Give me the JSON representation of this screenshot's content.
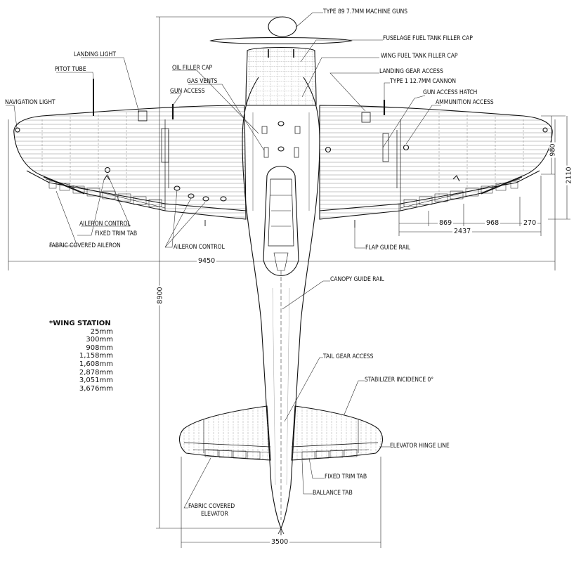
{
  "diagram": {
    "callouts": {
      "machine_guns": "TYPE 89 7.7mm MACHINE GUNS",
      "fuselage_fuel_cap": "FUSELAGE FUEL TANK FILLER CAP",
      "wing_fuel_cap": "WING FUEL TANK FILLER CAP",
      "landing_gear_access": "LANDING GEAR ACCESS",
      "cannon": "TYPE 1 12.7mm CANNON",
      "gun_access_hatch": "GUN ACCESS HATCH",
      "ammunition_access": "AMMUNITION ACCESS",
      "landing_light": "LANDING LIGHT",
      "pitot_tube": "PITOT TUBE",
      "oil_filler_cap": "OIL FILLER CAP",
      "gas_vents": "GAS VENTS",
      "gun_access": "GUN ACCESS",
      "navigation_light": "NAVIGATION LIGHT",
      "aileron_control_left": "AILERON CONTROL",
      "fixed_trim_tab_wing": "FIXED TRIM TAB",
      "fabric_aileron": "FABRIC COVERED AILERON",
      "aileron_control_center": "AILERON CONTROL",
      "flap_guide_rail": "FLAP GUIDE RAIL",
      "canopy_guide_rail": "CANOPY GUIDE RAIL",
      "tail_gear_access": "TAIL GEAR ACCESS",
      "stabilizer_incidence": "STABILIZER INCIDENCE 0°",
      "elevator_hinge_line": "ELEVATOR HINGE LINE",
      "fixed_trim_tab_tail": "FIXED TRIM TAB",
      "balance_tab": "BALLANCE TAB",
      "fabric_elevator_1": "FABRIC COVERED",
      "fabric_elevator_2": "ELEVATOR"
    },
    "dimensions": {
      "span": "9450",
      "length": "8900",
      "tail_span": "3500",
      "d980": "980",
      "d2110": "2110",
      "d869": "869",
      "d968": "968",
      "d270": "270",
      "d2437": "2437"
    },
    "wing_station": {
      "title": "*WING STATION",
      "values": [
        "25mm",
        "300mm",
        "908mm",
        "1,158mm",
        "1,608mm",
        "2,878mm",
        "3,051mm",
        "3,676mm"
      ]
    }
  }
}
